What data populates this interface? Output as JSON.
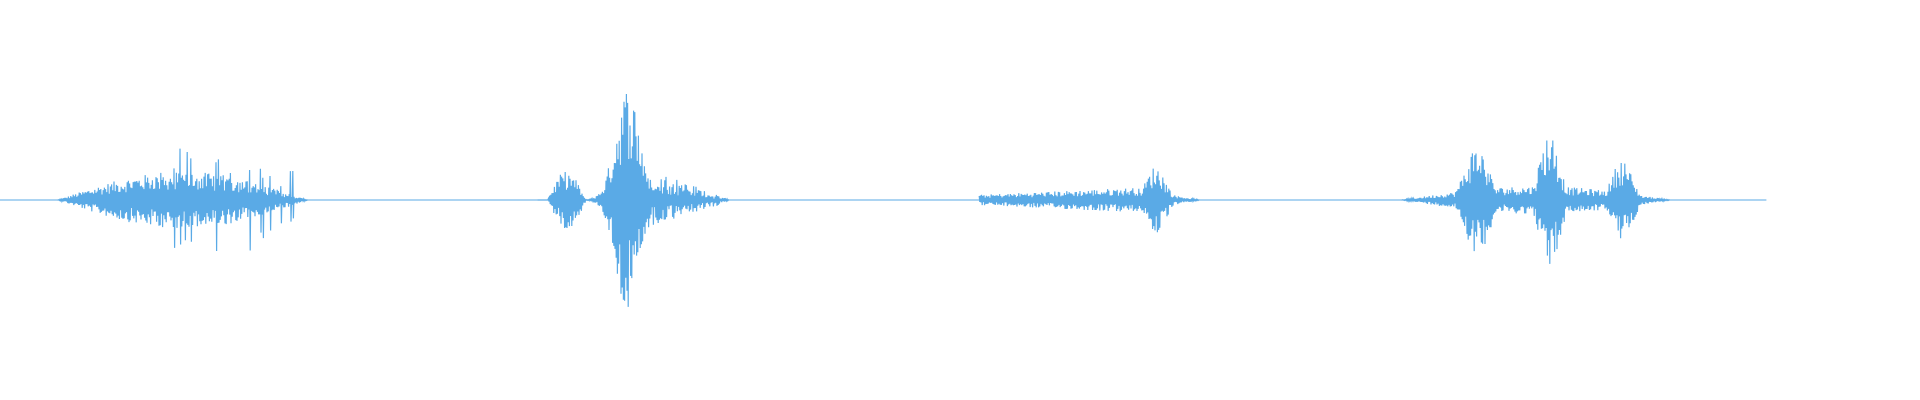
{
  "waveform": {
    "color": "#5aaae6",
    "background": "#ffffff",
    "visible_extent": 0.92,
    "segments": [
      {
        "start": 0.03,
        "end": 0.16,
        "peak": 0.45,
        "shape": "spiky-burst"
      },
      {
        "start": 0.28,
        "end": 0.38,
        "peak": 1.0,
        "shape": "single-peak"
      },
      {
        "start": 0.51,
        "end": 0.625,
        "peak": 0.3,
        "shape": "rise-and-peak"
      },
      {
        "start": 0.73,
        "end": 0.87,
        "peak": 0.6,
        "shape": "multi-burst"
      }
    ]
  }
}
